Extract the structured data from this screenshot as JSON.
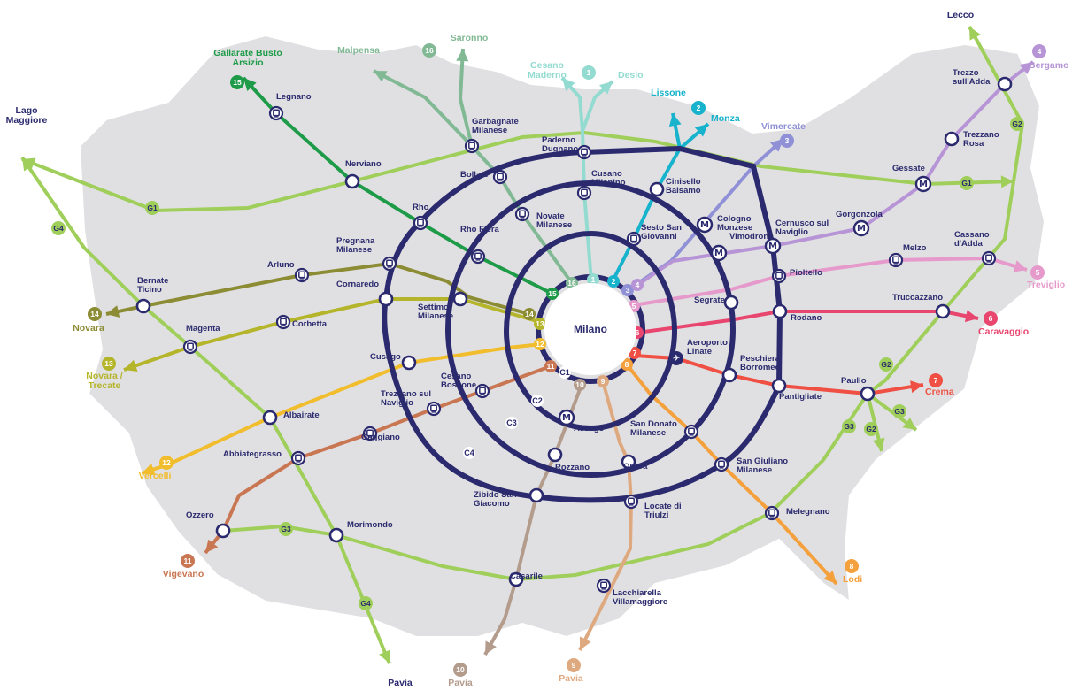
{
  "colors": {
    "ring": "#2b2a6e",
    "region": "#e0e0e2",
    "region_edge": "#ffffff",
    "g_line": "#9fcf5a"
  },
  "center": {
    "label": "Milano"
  },
  "rings": [
    "C1",
    "C2",
    "C3",
    "C4"
  ],
  "g_labels": [
    "G1",
    "G1",
    "G2",
    "G2",
    "G2",
    "G3",
    "G3",
    "G3",
    "G4",
    "G4"
  ],
  "lines": [
    {
      "num": "1",
      "color": "#93dbd0",
      "terminals": [
        "Cesano Maderno",
        "Desio"
      ]
    },
    {
      "num": "2",
      "color": "#17b3cc",
      "terminals": [
        "Lissone",
        "Monza"
      ]
    },
    {
      "num": "3",
      "color": "#8f90d6",
      "terminals": [
        "Vimercate"
      ]
    },
    {
      "num": "4",
      "color": "#b794d6",
      "terminals": [
        "Bergamo"
      ]
    },
    {
      "num": "5",
      "color": "#e59acb",
      "terminals": [
        "Treviglio"
      ]
    },
    {
      "num": "6",
      "color": "#e8466e",
      "terminals": [
        "Caravaggio"
      ]
    },
    {
      "num": "7",
      "color": "#ef5043",
      "terminals": [
        "Crema"
      ]
    },
    {
      "num": "8",
      "color": "#f4a03c",
      "terminals": [
        "Lodi"
      ]
    },
    {
      "num": "9",
      "color": "#dfa980",
      "terminals": [
        "Pavia"
      ]
    },
    {
      "num": "10",
      "color": "#b39c8c",
      "terminals": [
        "Pavia"
      ]
    },
    {
      "num": "11",
      "color": "#c97652",
      "terminals": [
        "Vigevano"
      ]
    },
    {
      "num": "12",
      "color": "#f1bd2c",
      "terminals": [
        "Vercelli"
      ]
    },
    {
      "num": "13",
      "color": "#b5b52c",
      "terminals": [
        "Novara / Trecate"
      ]
    },
    {
      "num": "14",
      "color": "#8c8c34",
      "terminals": [
        "Novara"
      ]
    },
    {
      "num": "15",
      "color": "#1e9b48",
      "terminals": [
        "Gallarate Busto Arsizio"
      ]
    },
    {
      "num": "16",
      "color": "#82b995",
      "terminals": [
        "Malpensa",
        "Saronno"
      ]
    }
  ],
  "g_terminals": [
    "Lecco",
    "Lago Maggiore",
    "Pavia"
  ],
  "stations": [
    "Legnano",
    "Nerviano",
    "Rho",
    "Rho Fiera",
    "Pregnana Milanese",
    "Arluno",
    "Bernate Ticino",
    "Cornaredo",
    "Settimo Milanese",
    "Magenta",
    "Corbetta",
    "Cusago",
    "Albairate",
    "Abbiategrasso",
    "Trezzano sul Naviglio",
    "Gaggiano",
    "Cesano Boscone",
    "Ozzero",
    "Morimondo",
    "Casarile",
    "Zibido San Giacomo",
    "Rozzano",
    "Assago",
    "Opera",
    "Locate di Triulzi",
    "Lacchiarella Villamaggiore",
    "San Donato Milanese",
    "San Giuliano Milanese",
    "Melegnano",
    "Peschiera Borromeo",
    "Pantigliate",
    "Paullo",
    "Aeroporto Linate",
    "Rodano",
    "Truccazzano",
    "Segrate",
    "Pioltello",
    "Melzo",
    "Cassano d'Adda",
    "Vimodrone",
    "Cernusco sul Naviglio",
    "Gorgonzola",
    "Gessate",
    "Trezzano Rosa",
    "Trezzo sull'Adda",
    "Cologno Monzese",
    "Sesto San Giovanni",
    "Cinisello Balsamo",
    "Cusano Milanino",
    "Paderno Dugnano",
    "Novate Milanese",
    "Bollate",
    "Garbagnate Milanese"
  ]
}
